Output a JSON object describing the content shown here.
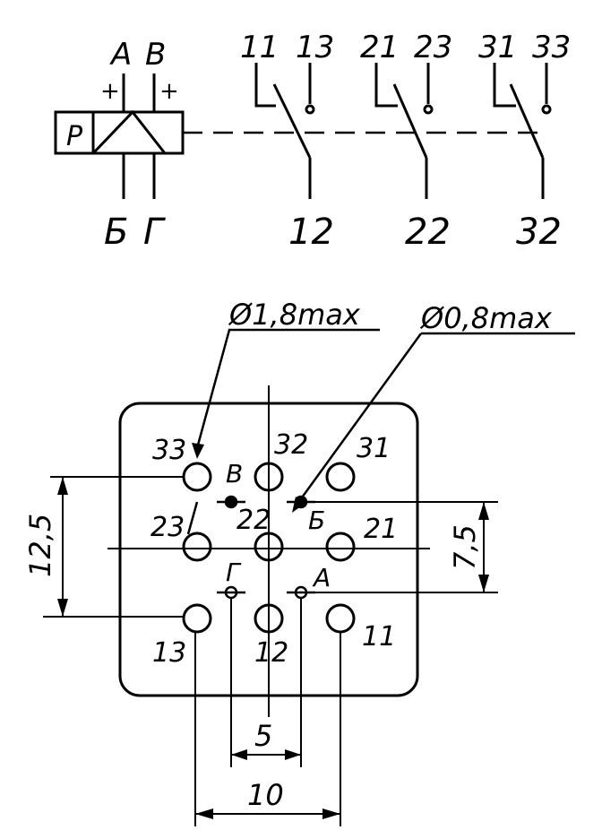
{
  "schematic": {
    "coil_label": "Р",
    "coil_top_terminals": [
      "А",
      "В"
    ],
    "coil_bottom_terminals": [
      "Б",
      "Г"
    ],
    "polarity_plus": "+",
    "contact_groups": [
      {
        "nc": "11",
        "no": "13",
        "common": "12"
      },
      {
        "nc": "21",
        "no": "23",
        "common": "22"
      },
      {
        "nc": "31",
        "no": "33",
        "common": "32"
      }
    ]
  },
  "pinout": {
    "pin_labels": {
      "p33": "33",
      "p32": "32",
      "p31": "31",
      "p23": "23",
      "p22": "22",
      "p21": "21",
      "p13": "13",
      "p12": "12",
      "p11": "11",
      "pV": "В",
      "pB": "Б",
      "pG": "Г",
      "pA": "А"
    },
    "callout_large": "Ø1,8max",
    "callout_small": "Ø0,8max",
    "dimensions": {
      "pitch_vertical_contacts": "12,5",
      "pitch_vertical_coil": "7,5",
      "pitch_horizontal_coil": "5",
      "pitch_horizontal_contacts": "10"
    }
  }
}
